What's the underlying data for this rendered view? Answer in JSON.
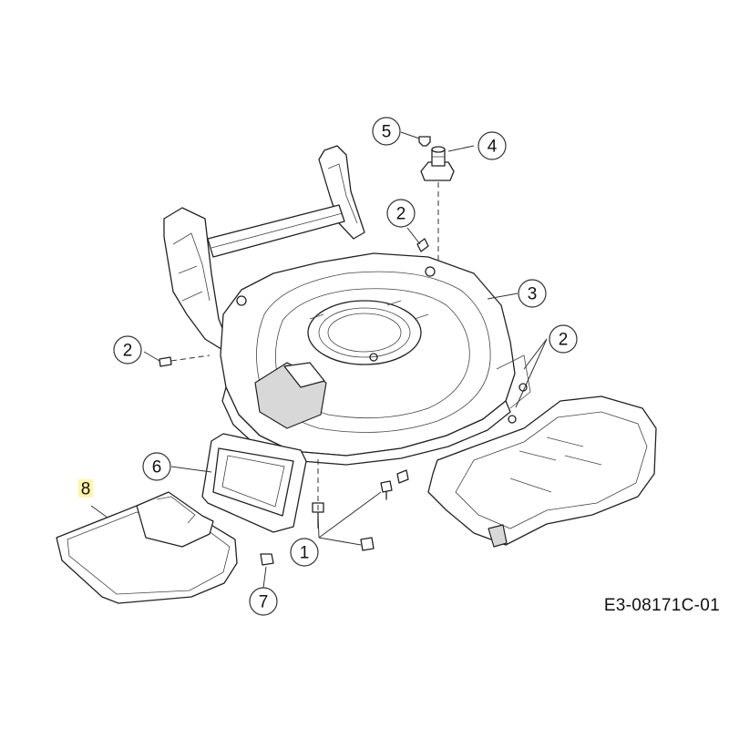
{
  "callouts": {
    "c1": "1",
    "c2a": "2",
    "c2b": "2",
    "c2c": "2",
    "c3": "3",
    "c4": "4",
    "c5": "5",
    "c6": "6",
    "c7": "7",
    "c8": "8"
  },
  "colors": {
    "highlight": "#fff6a8",
    "line": "#222222",
    "part_fill": "#d8d8d8"
  },
  "drawing_code": "E3-08171C-01"
}
